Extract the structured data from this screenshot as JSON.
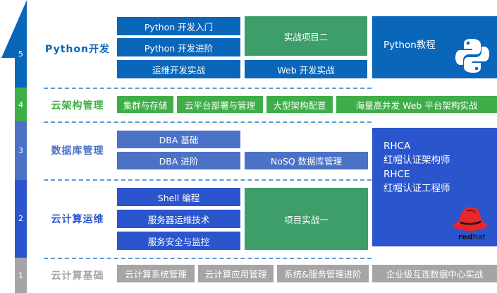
{
  "levels": [
    {
      "number": "5",
      "title": "Python开发",
      "color": "#0a66b9",
      "courses": [
        "Python 开发入门",
        "Python 开发进阶",
        "运维开发实战"
      ],
      "project": "实战项目二",
      "project_extra": "Web 开发实战",
      "side_panel": "Python教程",
      "side_icon": "python-logo"
    },
    {
      "number": "4",
      "title": "云架构管理",
      "color": "#3fae48",
      "courses": [
        "集群与存储",
        "云平台部署与管理",
        "大型架构配置",
        "海量高并发 Web 平台架构实战"
      ]
    },
    {
      "number": "3",
      "title": "数据库管理",
      "color": "#4b72c6",
      "courses": [
        "DBA 基础",
        "DBA 进阶"
      ],
      "project": "NoSQ 数据库管理"
    },
    {
      "number": "2",
      "title": "云计算运维",
      "color": "#2a55cc",
      "courses": [
        "Shell 编程",
        "服务器运维技术",
        "服务安全与监控"
      ],
      "project": "项目实战一"
    },
    {
      "number": "1",
      "title": "云计算基础",
      "color": "#a5a5a5",
      "courses": [
        "云计算系统管理",
        "云计算应用管理",
        "系统&服务管理进阶",
        "企业级互连数据中心实战"
      ]
    }
  ],
  "certification": {
    "lines": [
      "RHCA",
      "红帽认证架构师",
      "RHCE",
      "红帽认证工程师"
    ],
    "logo_text_bold": "red",
    "logo_text_light": "hat"
  }
}
